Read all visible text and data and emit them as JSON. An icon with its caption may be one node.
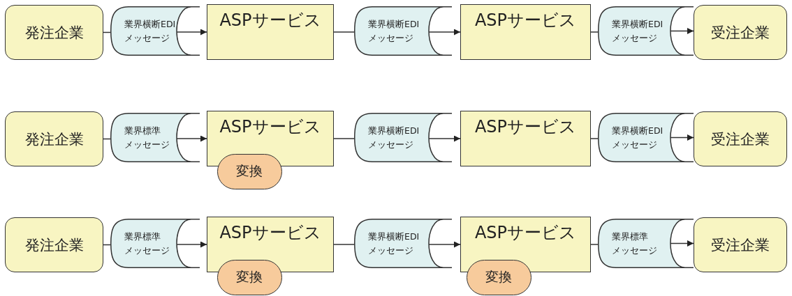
{
  "diagram": {
    "nodes": [
      {
        "text": [
          "発注企業"
        ]
      },
      {
        "text": [
          "業界横断EDIメッセージ"
        ]
      },
      {
        "text": [
          "ASPサービス"
        ]
      },
      {
        "text": [
          "業界横断EDIメッセージ"
        ]
      },
      {
        "text": [
          "ASPサービス"
        ]
      },
      {
        "text": [
          "業界横断EDIメッセージ"
        ]
      },
      {
        "text": [
          "受注企業"
        ]
      },
      {
        "text": [
          "発注企業"
        ]
      },
      {
        "text": [
          "業界標準メッセージ"
        ]
      },
      {
        "text": [
          "ASPサービス"
        ]
      },
      {
        "text": [
          "変換"
        ]
      },
      {
        "text": [
          "業界横断EDIメッセージ"
        ]
      },
      {
        "text": [
          "ASPサービス"
        ]
      },
      {
        "text": [
          "業界横断EDIメッセージ"
        ]
      },
      {
        "text": [
          "受注企業"
        ]
      },
      {
        "text": [
          "発注企業"
        ]
      },
      {
        "text": [
          "業界標準メッセージ"
        ]
      },
      {
        "text": [
          "ASPサービス"
        ]
      },
      {
        "text": [
          "変換"
        ]
      },
      {
        "text": [
          "業界横断EDIメッセージ"
        ]
      },
      {
        "text": [
          "ASPサービス"
        ]
      },
      {
        "text": [
          "変換"
        ]
      },
      {
        "text": [
          "業界標準メッセージ"
        ]
      },
      {
        "text": [
          "受注企業"
        ]
      }
    ],
    "edges": [
      {
        "from": 0,
        "to": 1,
        "arrow": "none"
      },
      {
        "from": 1,
        "to": 2,
        "arrow": "to"
      },
      {
        "from": 2,
        "to": 3,
        "arrow": "none"
      },
      {
        "from": 3,
        "to": 4,
        "arrow": "to"
      },
      {
        "from": 4,
        "to": 5,
        "arrow": "none"
      },
      {
        "from": 5,
        "to": 6,
        "arrow": "to"
      },
      {
        "from": 7,
        "to": 8,
        "arrow": "none"
      },
      {
        "from": 8,
        "to": 9,
        "arrow": "to"
      },
      {
        "from": 9,
        "to": 11,
        "arrow": "none"
      },
      {
        "from": 11,
        "to": 12,
        "arrow": "to"
      },
      {
        "from": 12,
        "to": 13,
        "arrow": "none"
      },
      {
        "from": 13,
        "to": 14,
        "arrow": "to"
      },
      {
        "from": 15,
        "to": 16,
        "arrow": "none"
      },
      {
        "from": 16,
        "to": 17,
        "arrow": "to"
      },
      {
        "from": 17,
        "to": 19,
        "arrow": "none"
      },
      {
        "from": 19,
        "to": 20,
        "arrow": "to"
      },
      {
        "from": 20,
        "to": 22,
        "arrow": "none"
      },
      {
        "from": 22,
        "to": 23,
        "arrow": "to"
      }
    ]
  }
}
